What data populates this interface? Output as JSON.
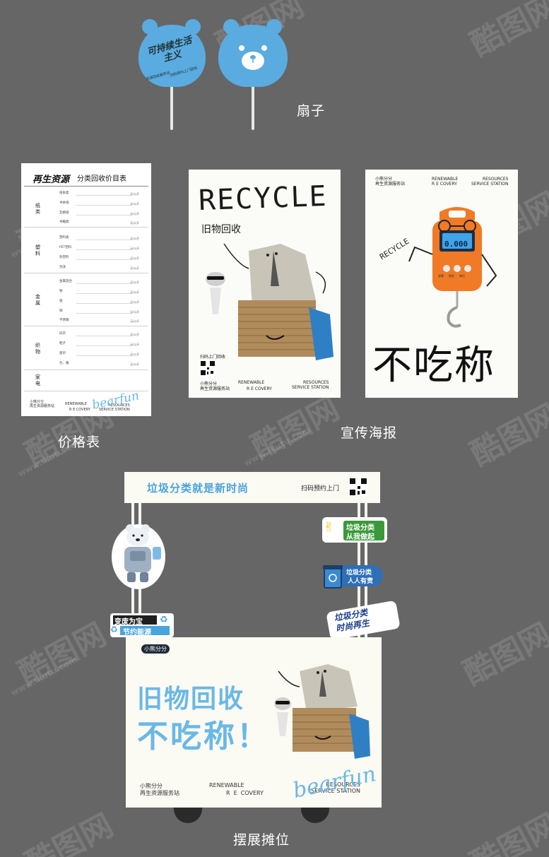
{
  "captions": {
    "fan": "扇子",
    "price_list": "价格表",
    "posters": "宣传海报",
    "stall": "摆展摊位"
  },
  "colors": {
    "background": "#666666",
    "brand_blue": "#5aabe0",
    "scale_orange": "#f07a26",
    "paper": "#fbfaf3"
  },
  "fan": {
    "slogan": "可持续生活主义",
    "small_left": "资源回收服务站",
    "small_right": "扫码预约上门回收"
  },
  "price_list": {
    "title": "再生资源",
    "subtitle": "分类回收价目表",
    "categories": [
      {
        "label": "纸类",
        "items": [
          "纸张类",
          "书本纸",
          "瓦楞纸",
          "书籍类"
        ]
      },
      {
        "label": "塑料",
        "items": [
          "塑料类",
          "PET塑料",
          "杂塑料",
          "泡沫"
        ]
      },
      {
        "label": "金属",
        "items": [
          "金属混合",
          "铁",
          "铝",
          "铜",
          "不锈钢"
        ]
      },
      {
        "label": "织物",
        "items": [
          "旧衣",
          "鞋子",
          "窗帘",
          "包、箱"
        ]
      },
      {
        "label": "家电",
        "items": []
      }
    ],
    "unit": "元/公斤",
    "footer_left": "小熊分分\n再生资源服务站",
    "footer_renewable": "RENEWABLE",
    "footer_recovery": "R  E  COVERY",
    "footer_resources": "RESOURCES\nSERVICE STATION",
    "brand_script": "bearfun"
  },
  "poster1": {
    "headline": "RECYCLE",
    "subtitle": "旧物回收",
    "qr_caption": "扫码上门回收",
    "footer_left": "小熊分分\n再生资源服务站",
    "renewable": "RENEWABLE",
    "recovery": "R  E  COVERY",
    "resources": "RESOURCES\nSERVICE STATION"
  },
  "poster2": {
    "top_left": "小熊分分\n再生资源服务站",
    "renewable": "RENEWABLE\nR  E  COVERY",
    "resources": "RESOURCES\nSERVICE STATION",
    "scale_label": "RECYCLE",
    "scale_display": "0.000",
    "scale_buttons": [
      "清零",
      "锁定",
      "单位"
    ],
    "headline": "不吃称"
  },
  "stall": {
    "banner": "垃圾分类就是新时尚",
    "banner_right": "扫码预约上门",
    "sticker1_line1": "垃圾分类",
    "sticker1_line2": "从我做起",
    "sticker2_line1": "垃圾分类",
    "sticker2_line2": "人人有责",
    "sticker3": "垃圾分类\n时尚再生",
    "sticker4_line1": "变废为宝",
    "sticker4_line2": "节约能源",
    "logo": "小熊分分",
    "headline1": "旧物回收",
    "headline2": "不吃称！",
    "footer_left": "小熊分分\n再生资源服务站",
    "renewable": "RENEWABLE",
    "recovery": "R  E  COVERY",
    "resources": "RESOURCES\nSERVICE STATION",
    "brand_script": "bearfun"
  },
  "watermark": {
    "big": "酷图网",
    "small": "www.ikutu.com"
  }
}
